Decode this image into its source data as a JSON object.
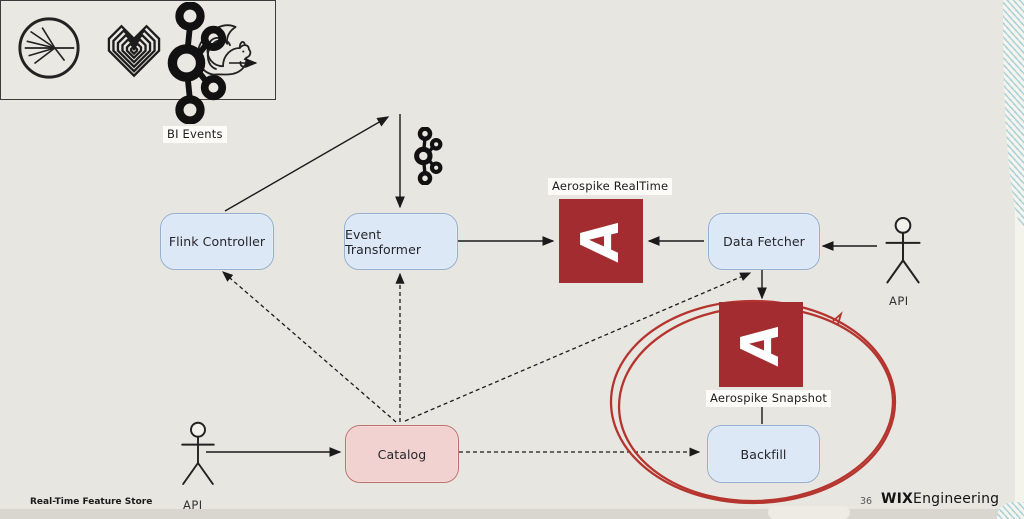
{
  "slide": {
    "footer_left": "Real-Time Feature Store",
    "page_number": "36",
    "brand_bold": "WIX",
    "brand_regular": "Engineering"
  },
  "diagram": {
    "bi_events_label": "BI Events",
    "nodes": {
      "flink_controller": "Flink Controller",
      "event_transformer": "Event Transformer",
      "data_fetcher": "Data Fetcher",
      "catalog": "Catalog",
      "backfill": "Backfill"
    },
    "datastores": {
      "realtime_label": "Aerospike RealTime",
      "snapshot_label": "Aerospike Snapshot",
      "logo_letter": "A"
    },
    "actors": {
      "right_api_label": "API",
      "bottom_api_label": "API"
    },
    "icons": {
      "kafka": "kafka-circles-glyph",
      "kafka_small": "kafka-circles-glyph-small",
      "burst": "radial-burst-in-circle",
      "heart": "nested-heart-outline",
      "squirrel": "flink-squirrel-sketch",
      "aerospike": "rotated-letter-A",
      "actor": "uml-stick-figure"
    },
    "colors": {
      "background": "#E8E6E1",
      "node_fill": "#DCE8F6",
      "node_border": "#94AFCF",
      "catalog_fill": "#F2D2D0",
      "catalog_border": "#C1716C",
      "aerospike_red": "#A32C31",
      "ellipse_red": "#B5342E",
      "teal_stripe": "#AED3D8",
      "label_chip_bg": "#FCFBF7"
    }
  }
}
